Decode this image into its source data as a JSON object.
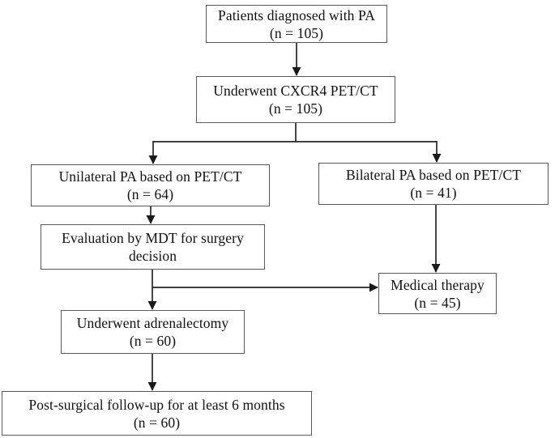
{
  "flowchart": {
    "nodes": [
      {
        "id": "patients-diagnosed",
        "lines": [
          "Patients diagnosed with PA",
          "(n = 105)"
        ]
      },
      {
        "id": "cxcr4-petct",
        "lines": [
          "Underwent CXCR4 PET/CT",
          "(n = 105)"
        ]
      },
      {
        "id": "unilateral-pa",
        "lines": [
          "Unilateral PA based on PET/CT",
          "(n = 64)"
        ]
      },
      {
        "id": "bilateral-pa",
        "lines": [
          "Bilateral PA based on PET/CT",
          "(n = 41)"
        ]
      },
      {
        "id": "mdt-evaluation",
        "lines": [
          "Evaluation by MDT for surgery",
          "decision"
        ]
      },
      {
        "id": "medical-therapy",
        "lines": [
          "Medical therapy",
          "(n = 45)"
        ]
      },
      {
        "id": "adrenalectomy",
        "lines": [
          "Underwent adrenalectomy",
          "(n = 60)"
        ]
      },
      {
        "id": "followup",
        "lines": [
          "Post-surgical follow-up for at least 6 months",
          "(n = 60)"
        ]
      }
    ],
    "edges": [
      {
        "from": "patients-diagnosed",
        "to": "cxcr4-petct"
      },
      {
        "from": "cxcr4-petct",
        "to": "unilateral-pa"
      },
      {
        "from": "cxcr4-petct",
        "to": "bilateral-pa"
      },
      {
        "from": "unilateral-pa",
        "to": "mdt-evaluation"
      },
      {
        "from": "bilateral-pa",
        "to": "medical-therapy"
      },
      {
        "from": "mdt-evaluation",
        "to": "medical-therapy"
      },
      {
        "from": "mdt-evaluation",
        "to": "adrenalectomy"
      },
      {
        "from": "adrenalectomy",
        "to": "followup"
      }
    ],
    "colors": {
      "background": "#ffffff",
      "box_border": "#595959",
      "arrow_line": "#262626",
      "text": "#111111"
    }
  }
}
